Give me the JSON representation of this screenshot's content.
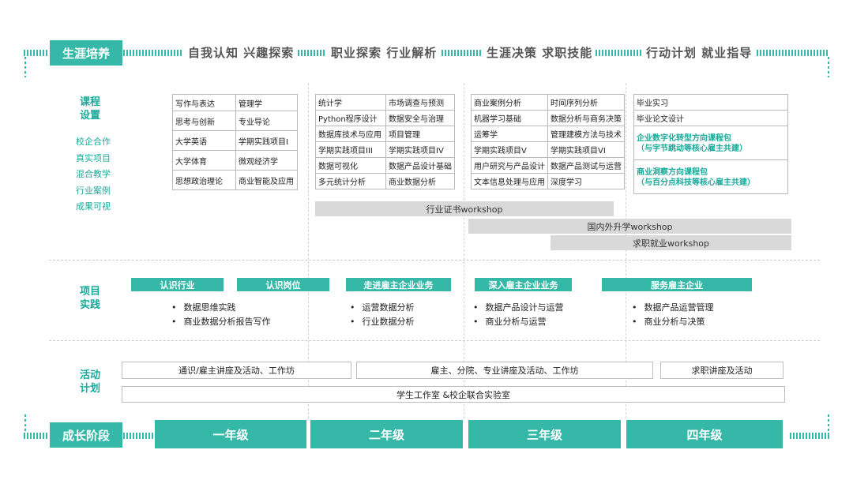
{
  "header": {
    "left_tag": "生涯培养",
    "stages": [
      "自我认知 兴趣探索",
      "职业探索 行业解析",
      "生涯决策 求职技能",
      "行动计划 就业指导"
    ]
  },
  "courses": {
    "title": "课程\n设置",
    "features": [
      "校企合作",
      "真实项目",
      "混合教学",
      "行业案例",
      "成果可视"
    ],
    "year1": [
      [
        "写作与表达",
        "管理学"
      ],
      [
        "思考与创新",
        "专业导论"
      ],
      [
        "大学英语",
        "学期实践项目I"
      ],
      [
        "大学体育",
        "微观经济学"
      ],
      [
        "思想政治理论",
        "商业智能及应用"
      ]
    ],
    "year2": [
      [
        "统计学",
        "市场调查与预测"
      ],
      [
        "Python程序设计",
        "数据安全与治理"
      ],
      [
        "数据库技术与应用",
        "项目管理"
      ],
      [
        "学期实践项目III",
        "学期实践项目IV"
      ],
      [
        "数据可视化",
        "数据产品设计基础"
      ],
      [
        "多元统计分析",
        "商业数据分析"
      ]
    ],
    "year3": [
      [
        "商业案例分析",
        "时间序列分析"
      ],
      [
        "机器学习基础",
        "数据分析与商务决策"
      ],
      [
        "运筹学",
        "管理建模方法与技术"
      ],
      [
        "学期实践项目V",
        "学期实践项目VI"
      ],
      [
        "用户研究与产品设计",
        "数据产品测试与运营"
      ],
      [
        "文本信息处理与应用",
        "深度学习"
      ]
    ],
    "year4": {
      "rows": [
        "毕业实习",
        "毕业论文设计"
      ],
      "pkg1_title": "企业数字化转型方向课程包",
      "pkg1_sub": "（与字节跳动等核心雇主共建）",
      "pkg2_title": "商业洞察方向课程包",
      "pkg2_sub": "（与百分点科技等核心雇主共建）"
    },
    "workshops": [
      "行业证书workshop",
      "国内外升学workshop",
      "求职就业workshop"
    ]
  },
  "practice": {
    "title": "项目\n实践",
    "pills": [
      "认识行业",
      "认识岗位",
      "走进雇主企业业务",
      "深入雇主企业业务",
      "服务雇主企业"
    ],
    "bullets": [
      [
        "数据思维实践",
        "商业数据分析报告写作"
      ],
      [
        "运营数据分析",
        "行业数据分析"
      ],
      [
        "数据产品设计与运营",
        "商业分析与运营"
      ],
      [
        "数据产品运营管理",
        "商业分析与决策"
      ]
    ]
  },
  "activities": {
    "title": "活动\n计划",
    "boxes": [
      "通识/雇主讲座及活动、工作坊",
      "雇主、分院、专业讲座及活动、工作坊",
      "求职讲座及活动"
    ],
    "lab": "学生工作室 &校企联合实验室"
  },
  "footer": {
    "left_tag": "成长阶段",
    "years": [
      "一年级",
      "二年级",
      "三年级",
      "四年级"
    ]
  },
  "colors": {
    "accent": "#35b8a8",
    "text_accent": "#1aa99a",
    "workshop_bar": "#d9d9d9"
  }
}
